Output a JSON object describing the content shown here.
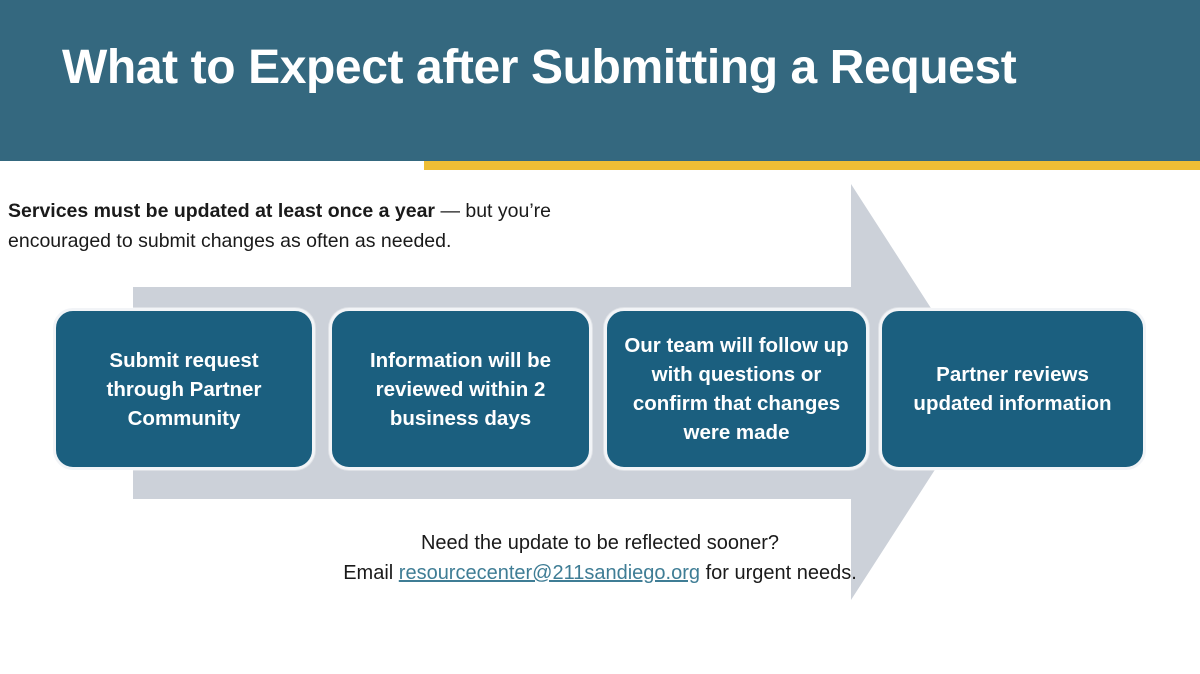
{
  "header": {
    "title": "What to Expect after Submitting a Request",
    "band_color": "#34687f",
    "accent_color": "#efbe35",
    "title_color": "#ffffff"
  },
  "intro": {
    "bold_part": "Services must be updated at least once a year",
    "rest_part": " — but you’re encouraged to submit changes as often as needed."
  },
  "process": {
    "arrow_color": "#ccd1d9",
    "box_color": "#1b5f7f",
    "box_text_color": "#ffffff",
    "steps": [
      {
        "label": "Submit request through Partner Community"
      },
      {
        "label": "Information will be reviewed within 2 business days"
      },
      {
        "label": "Our team will follow up with questions or confirm that changes were made"
      },
      {
        "label": "Partner reviews updated information"
      }
    ]
  },
  "footer": {
    "line1": "Need the update to be reflected sooner?",
    "line2_prefix": "Email ",
    "email": "resourcecenter@211sandiego.org",
    "line2_suffix": " for urgent needs.",
    "link_color": "#3f7d95"
  }
}
